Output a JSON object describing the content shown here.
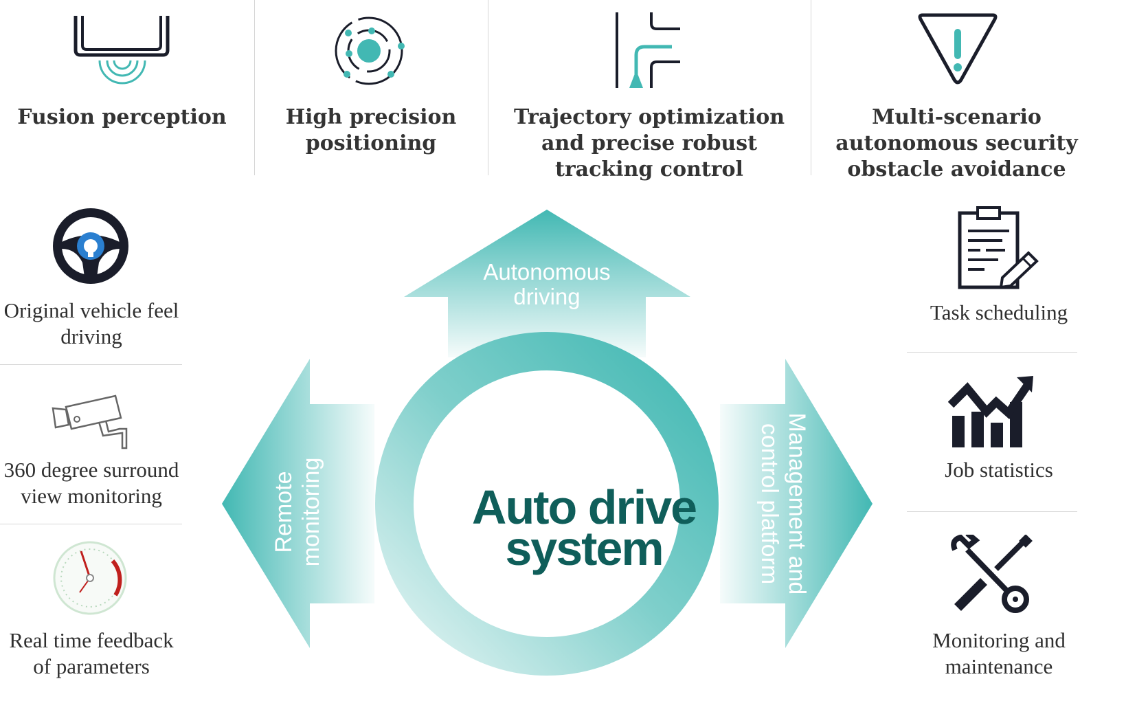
{
  "top_features": [
    {
      "icon": "sensor-radar-icon",
      "title": "Fusion perception"
    },
    {
      "icon": "orbit-positioning-icon",
      "title": "High precision\npositioning"
    },
    {
      "icon": "trajectory-path-icon",
      "title": "Trajectory optimization\nand precise  robust\ntracking control"
    },
    {
      "icon": "warning-triangle-icon",
      "title": "Multi-scenario\nautonomous security\nobstacle avoidance"
    }
  ],
  "left_features": [
    {
      "icon": "steering-wheel-icon",
      "label": "Original vehicle feel\ndriving"
    },
    {
      "icon": "surveillance-camera-icon",
      "label": "360 degree surround\nview monitoring"
    },
    {
      "icon": "speedometer-icon",
      "label": "Real time feedback\nof parameters"
    }
  ],
  "right_features": [
    {
      "icon": "clipboard-pen-icon",
      "label": "Task scheduling"
    },
    {
      "icon": "bar-chart-trend-icon",
      "label": "Job statistics"
    },
    {
      "icon": "wrench-screwdriver-icon",
      "label": "Monitoring and\nmaintenance"
    }
  ],
  "arrows": {
    "up": "Autonomous\ndriving",
    "left": "Remote\nmonitoring",
    "right": "Management and\ncontrol platform"
  },
  "center": "Auto drive\nsystem",
  "colors": {
    "teal": "#42b8b3",
    "teal_light": "#c9ebe9",
    "dark_teal_text": "#0f5e5a",
    "icon_dark": "#1a1d2a",
    "icon_blue": "#2a7fd0",
    "divider": "#d6d6d6"
  }
}
